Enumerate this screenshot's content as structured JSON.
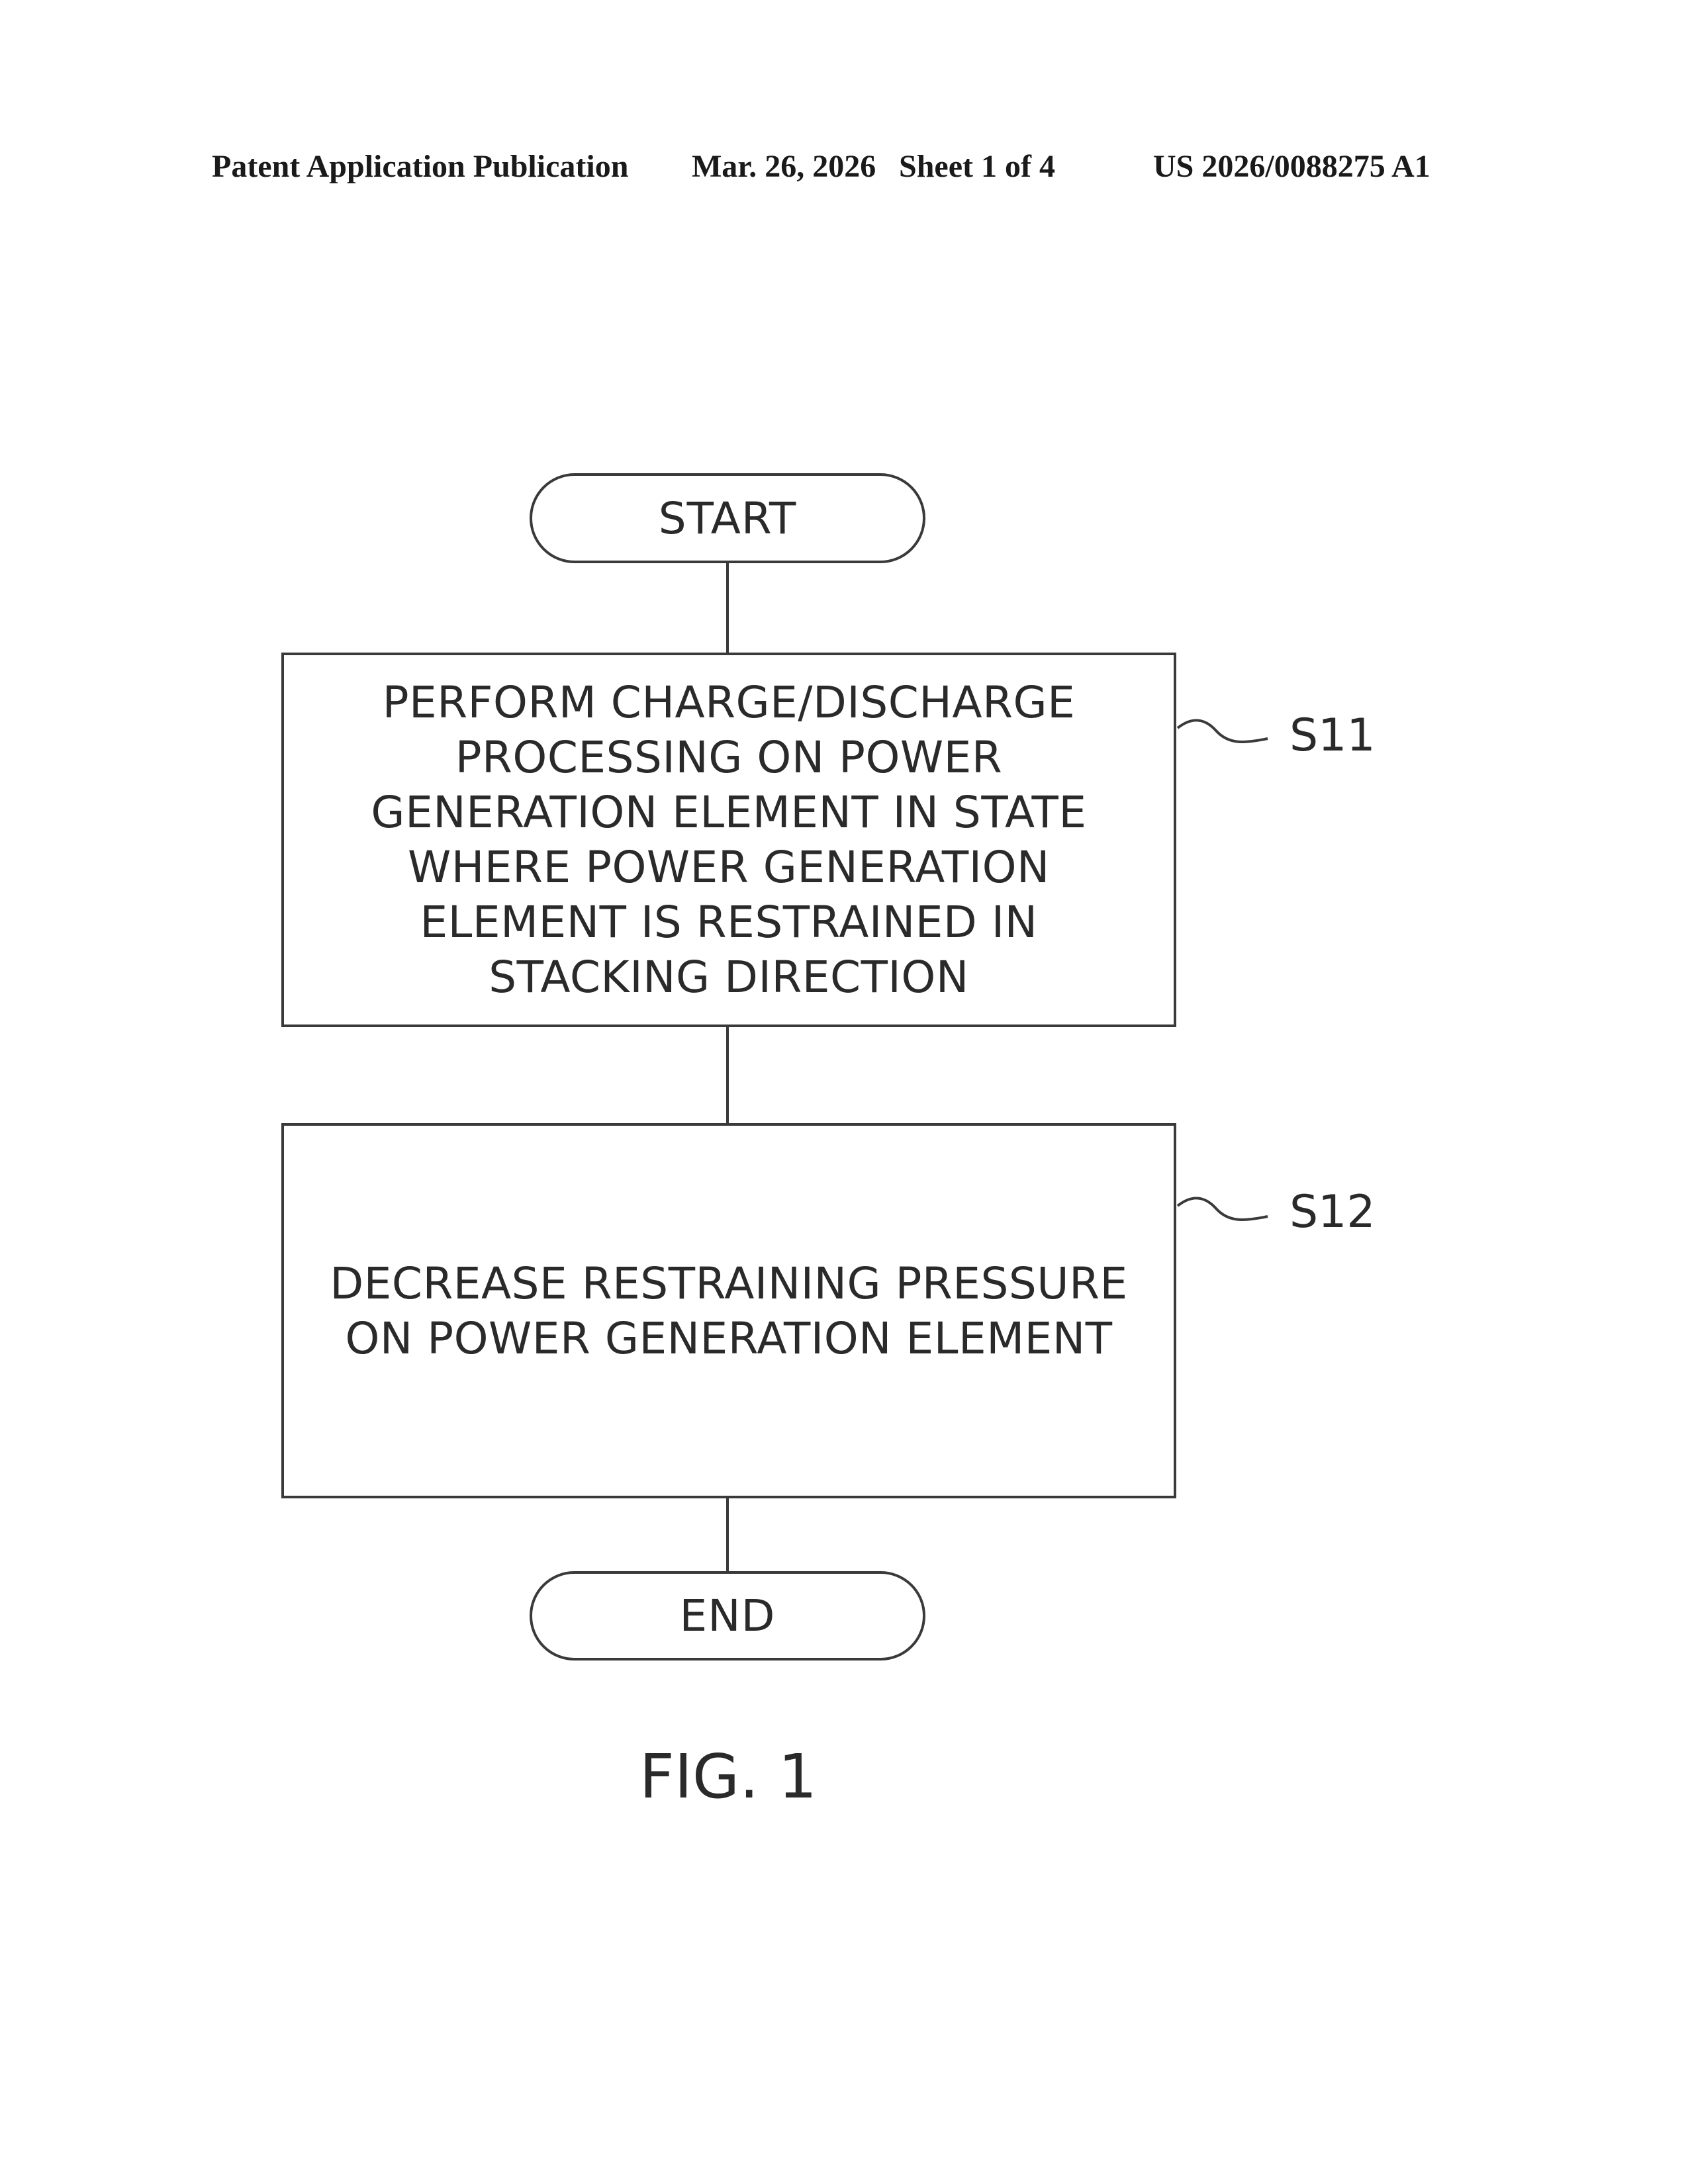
{
  "header": {
    "publication": "Patent Application Publication",
    "date": "Mar. 26, 2026",
    "sheet": "Sheet 1 of 4",
    "number": "US 2026/0088275 A1"
  },
  "flowchart": {
    "start_label": "START",
    "end_label": "END",
    "steps": [
      {
        "label": "S11",
        "text": "PERFORM CHARGE/DISCHARGE\nPROCESSING ON POWER\nGENERATION ELEMENT IN STATE\nWHERE POWER GENERATION\nELEMENT IS RESTRAINED IN\nSTACKING DIRECTION"
      },
      {
        "label": "S12",
        "text": "DECREASE RESTRAINING PRESSURE\nON POWER GENERATION ELEMENT"
      }
    ]
  },
  "figure": {
    "caption": "FIG. 1"
  }
}
